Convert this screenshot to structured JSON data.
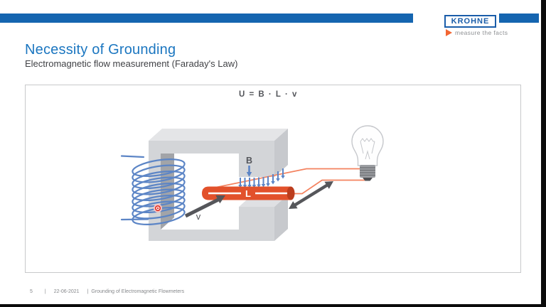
{
  "header": {
    "logo_text": "KROHNE",
    "tagline": "measure the facts",
    "bar_color": "#1565B0",
    "logo_blue": "#1A5DA9",
    "tagline_arrow_color": "#F26633"
  },
  "slide": {
    "title": "Necessity of Grounding",
    "subtitle": "Electromagnetic flow measurement (Faraday's Law)",
    "title_color": "#1B76C0"
  },
  "diagram": {
    "formula": "U = B · L · v",
    "labels": {
      "field": "B",
      "length": "L",
      "velocity": "v"
    },
    "colors": {
      "coil_blue": "#5C85C6",
      "tube_orange": "#E2512B",
      "tube_cap_orange": "#BC3D1D",
      "wire_orange": "#F4825F",
      "core_front_gray": "#D3D5D8",
      "core_top_gray": "#E4E5E7",
      "core_side_gray": "#C7C9CD",
      "core_inner_gray": "#A2A4A8",
      "arrow_gray": "#55565A",
      "current_dot_red": "#E02B20"
    }
  },
  "footer": {
    "page_number": "5",
    "separator1": "|",
    "date": "22-06-2021",
    "separator2": "|",
    "doc_title": "Grounding of Electromagnetic Flowmeters"
  }
}
